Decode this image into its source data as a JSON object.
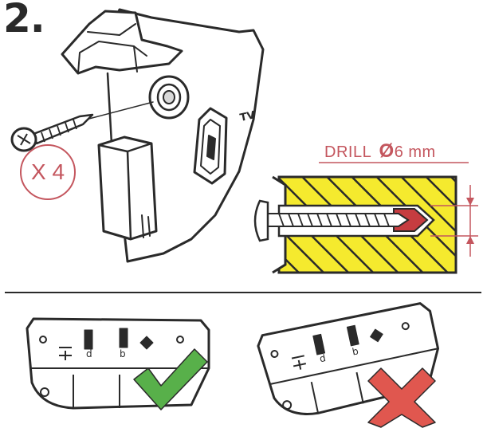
{
  "step": {
    "number": "2."
  },
  "quantity": {
    "label": "X 4"
  },
  "drill": {
    "label": "DRILL",
    "diameter_symbol": "Ø",
    "size": "6 mm"
  },
  "bracket_mark": "TV",
  "colors": {
    "line": "#2a2a2a",
    "annotation": "#c4565e",
    "wall_fill": "#f5ea2e",
    "hole_highlight": "#c63c40",
    "check": "#58b04a",
    "cross": "#e0574f"
  },
  "icons": {
    "correct_orientation": "check-mark-icon",
    "incorrect_orientation": "cross-mark-icon"
  }
}
